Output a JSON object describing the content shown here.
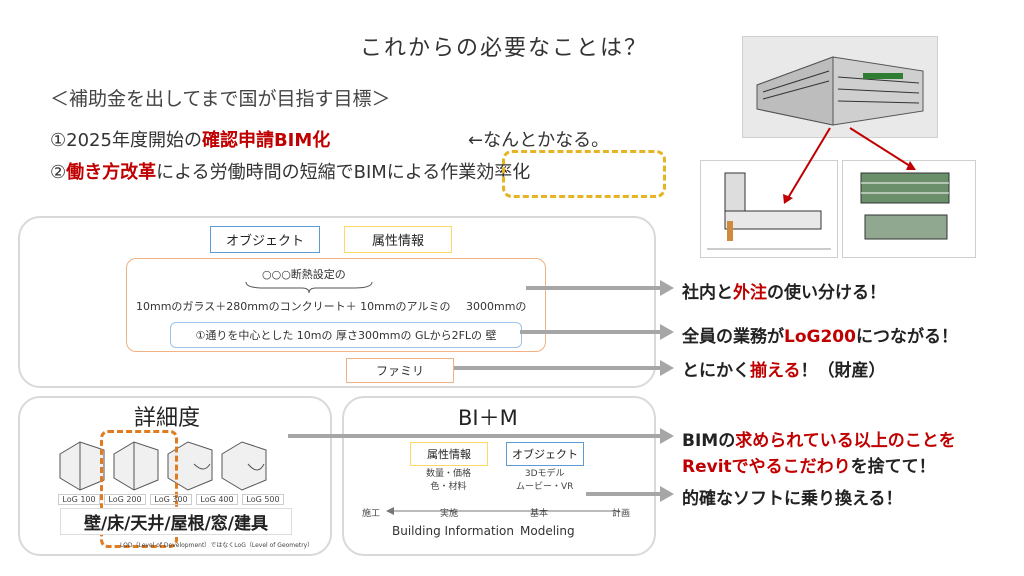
{
  "title": "これからの必要なことは？",
  "goal_heading": "＜補助金を出してまで国が目指す目標＞",
  "goals": {
    "g1_prefix": "①2025年度開始の",
    "g1_red": "確認申請BIM化",
    "g1_note": "←なんとかなる。",
    "g2_prefix": "②",
    "g2_red": "働き方改革",
    "g2_mid": "による労働時間の短縮でBIMによる",
    "g2_suffix": "作業効率化"
  },
  "top_panel": {
    "tag_object": "オブジェクト",
    "tag_attr": "属性情報",
    "insulation": "○○○断熱設定の",
    "composition": "10mmのガラス＋280mmのコンクリート＋ 10mmのアルミの",
    "height": "3000mmの",
    "wall_desc": "①通りを中心とした 10mの 厚さ300mmの GLから2FLの 壁",
    "family": "ファミリ"
  },
  "detail_panel": {
    "title": "詳細度",
    "log_labels": [
      "LoG 100",
      "LoG 200",
      "LoG 300",
      "LoG 400",
      "LoG 500"
    ],
    "parts": "壁/床/天井/屋根/窓/建具",
    "footnote": "LOD（Level of Development）ではなくLoG（Level of Geometry）"
  },
  "bim_panel": {
    "title": "BI＋M",
    "tag_attr": "属性情報",
    "tag_object": "オブジェクト",
    "attr_items": "数量・価格\n色・材料",
    "object_items": "3Dモデル\nムービー・VR",
    "process": [
      "施工",
      "実施",
      "基本",
      "計画"
    ],
    "bi_label": "Building Information",
    "m_label": "Modeling"
  },
  "right_items": {
    "r1_prefix": "社内と",
    "r1_red": "外注",
    "r1_suffix": "の使い分ける！",
    "r2_prefix": "全員の業務が",
    "r2_red": "LoG200",
    "r2_suffix": "につながる！",
    "r3_prefix": "とにかく",
    "r3_red": "揃える",
    "r3_suffix": "！（財産）",
    "r4_prefix": "BIMの",
    "r4_red": "求められている以上のことを",
    "r4_red2": "Revitでやるこだわり",
    "r4_suffix": "を捨てて！",
    "r5": "的確なソフトに乗り換える！"
  },
  "colors": {
    "accent_red": "#c00000",
    "arrow_gray": "#a6a6a6",
    "dash_yellow": "#e6b422",
    "dash_orange": "#e07b22"
  }
}
